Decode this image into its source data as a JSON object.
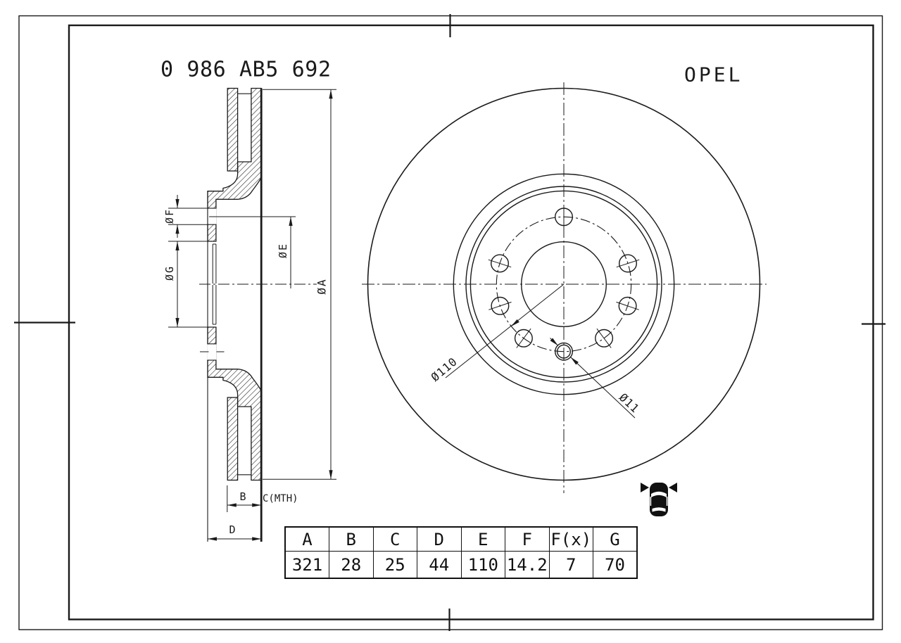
{
  "title_block": {
    "part_number": "0 986 AB5 692",
    "brand": "OPEL"
  },
  "section_view": {
    "labels": {
      "dia_f": "ØF",
      "dia_g": "ØG",
      "dia_e": "ØE",
      "dia_a": "ØA",
      "b": "B",
      "c_mth": "C(MTH)",
      "d": "D"
    }
  },
  "front_view": {
    "labels": {
      "bolt_circle_dia": "Ø110",
      "locating_hole_dia": "Ø11"
    },
    "bolt_hole_count": 7
  },
  "dimensions_table": {
    "headers": [
      "A",
      "B",
      "C",
      "D",
      "E",
      "F",
      "F(x)",
      "G"
    ],
    "values": [
      "321",
      "28",
      "25",
      "44",
      "110",
      "14.2",
      "7",
      "70"
    ]
  },
  "icons": {
    "car_icon": "car-top-view-front-axle-arrows"
  },
  "colors": {
    "line": "#1a1a1a",
    "paper": "#ffffff"
  }
}
